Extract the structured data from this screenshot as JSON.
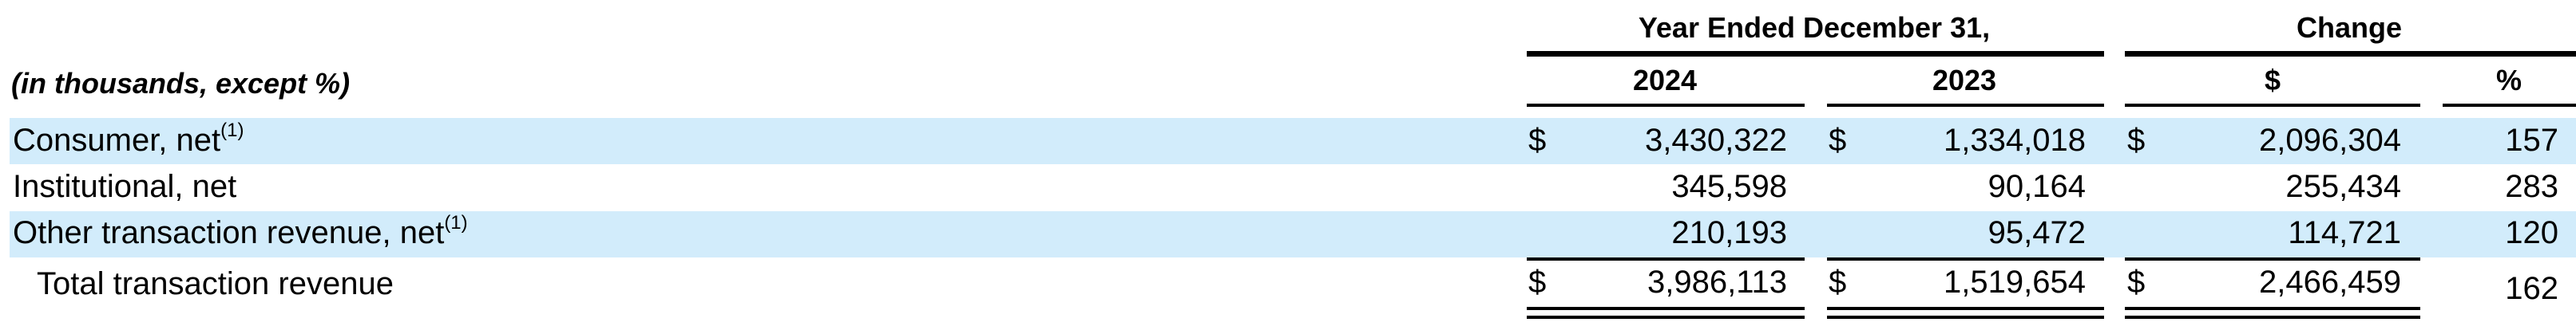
{
  "header": {
    "group_year": "Year Ended December 31,",
    "group_change": "Change",
    "units_note": "(in thousands, except %)",
    "col_2024": "2024",
    "col_2023": "2023",
    "col_change_dollar": "$",
    "col_change_pct": "%"
  },
  "currency_symbol": "$",
  "rows": [
    {
      "label": "Consumer, net",
      "footnote": "(1)",
      "v2024": "3,430,322",
      "v2023": "1,334,018",
      "change": "2,096,304",
      "pct": "157"
    },
    {
      "label": "Institutional, net",
      "footnote": "",
      "v2024": "345,598",
      "v2023": "90,164",
      "change": "255,434",
      "pct": "283"
    },
    {
      "label": "Other transaction revenue, net",
      "footnote": "(1)",
      "v2024": "210,193",
      "v2023": "95,472",
      "change": "114,721",
      "pct": "120"
    }
  ],
  "total": {
    "label": "Total transaction revenue",
    "v2024": "3,986,113",
    "v2023": "1,519,654",
    "change": "2,466,459",
    "pct": "162"
  },
  "colors": {
    "band": "#d2ecfb"
  }
}
